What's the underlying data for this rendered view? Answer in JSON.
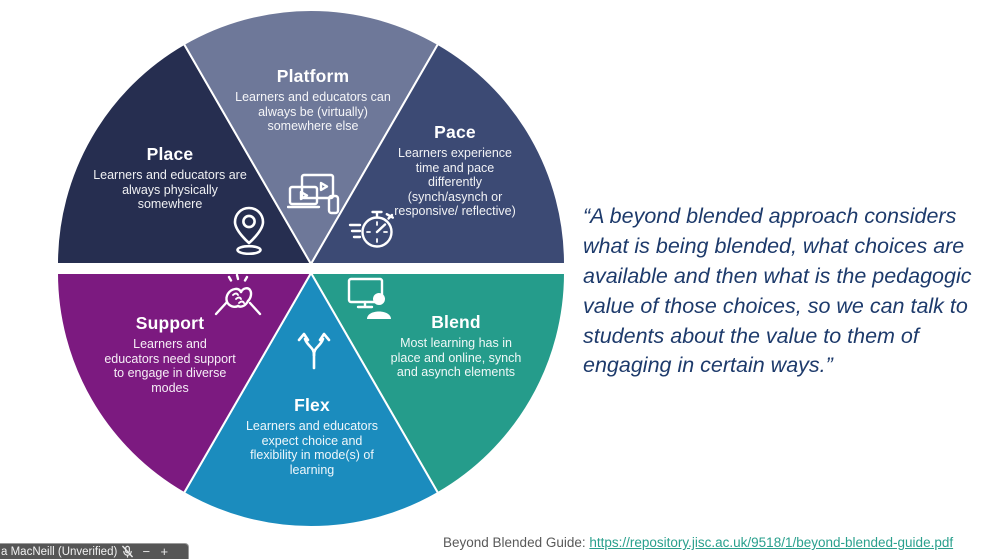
{
  "diagram": {
    "name": "beyond-blended-wheel",
    "segments": [
      {
        "id": "place",
        "label": "Place",
        "description": "Learners and educators are always physically somewhere",
        "color": "#262e50",
        "icon": "location-pin-icon"
      },
      {
        "id": "platform",
        "label": "Platform",
        "description": "Learners and educators can always be (virtually) somewhere else",
        "color": "#6e7899",
        "icon": "devices-icon"
      },
      {
        "id": "pace",
        "label": "Pace",
        "description": "Learners experience time and pace differently (synch/asynch or responsive/ reflective)",
        "color": "#3c4a74",
        "icon": "stopwatch-icon"
      },
      {
        "id": "support",
        "label": "Support",
        "description": "Learners and educators need support to engage in diverse modes",
        "color": "#7c1a80",
        "icon": "clasped-hands-icon"
      },
      {
        "id": "flex",
        "label": "Flex",
        "description": "Learners and educators expect choice and flexibility in mode(s) of learning",
        "color": "#1b8cbe",
        "icon": "branching-arrows-icon"
      },
      {
        "id": "blend",
        "label": "Blend",
        "description": "Most learning has in place and online, synch and asynch elements",
        "color": "#259c8b",
        "icon": "monitor-user-icon"
      }
    ]
  },
  "quote": {
    "text": "“A beyond blended approach considers what is being blended, what choices are available and then what is the pedagogic value of those choices, so we can talk to students about the value to them of engaging in certain ways.”",
    "color": "#1d3a6b"
  },
  "citation": {
    "label": "Beyond Blended Guide: ",
    "link_text": "https://repository.jisc.ac.uk/9518/1/beyond-blended-guide.pdf",
    "link_href": "https://repository.jisc.ac.uk/9518/1/beyond-blended-guide.pdf",
    "link_color": "#2aa08d"
  },
  "meeting_overlay": {
    "participant": "a MacNeill (Unverified)",
    "mic_status": "muted",
    "zoom_out_label": "−",
    "zoom_in_label": "+"
  }
}
